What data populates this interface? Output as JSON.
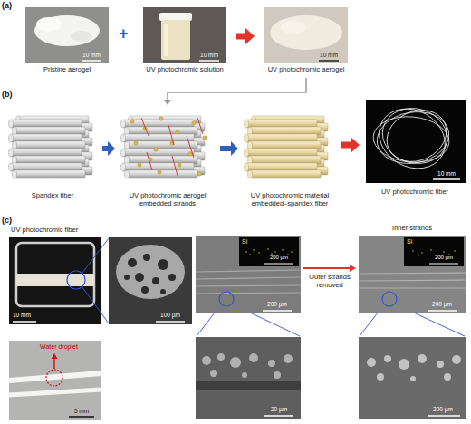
{
  "diagram": {
    "nodes": [
      {
        "text": [
          "10 mm",
          "Pristine aerogel"
        ]
      },
      {
        "text": [
          "10 mm",
          "UV photochromic solution"
        ]
      },
      {
        "text": [
          "10 mm",
          "UV photochromic aerogel"
        ]
      },
      {
        "text": [
          "Spandex fiber"
        ]
      },
      {
        "text": [
          "UV photochromic aerogel embedded strands"
        ]
      },
      {
        "text": [
          "UV photochromic material embedded–spandex fiber"
        ]
      },
      {
        "text": [
          "10 mm",
          "UV photochromic fiber"
        ]
      },
      {
        "text": [
          "UV photochromic fiber",
          "10 mm"
        ]
      },
      {
        "text": [
          "100 µm"
        ]
      },
      {
        "text": [
          "Water droplet",
          "5 mm"
        ]
      },
      {
        "text": [
          "200 µm"
        ]
      },
      {
        "text": [
          "Si",
          "200 µm"
        ],
        "in": 10
      },
      {
        "text": [
          "20 µm"
        ]
      },
      {
        "text": [
          "Inner strands",
          "200 µm"
        ]
      },
      {
        "text": [
          "Si",
          "200 µm"
        ],
        "in": 13
      },
      {
        "text": [
          "200 µm"
        ]
      }
    ],
    "edges": [
      {
        "from": 1,
        "to": 2,
        "arrow": "to"
      },
      {
        "from": 2,
        "to": 4,
        "arrow": "to"
      },
      {
        "from": 3,
        "to": 4,
        "arrow": "to"
      },
      {
        "from": 4,
        "to": 5,
        "arrow": "to"
      },
      {
        "from": 5,
        "to": 6,
        "arrow": "to"
      },
      {
        "from": 10,
        "to": 13,
        "arrow": "to",
        "label": "Outer strands removed"
      }
    ],
    "labels": [
      "(a)",
      "+",
      "(b)",
      "(c)"
    ]
  }
}
